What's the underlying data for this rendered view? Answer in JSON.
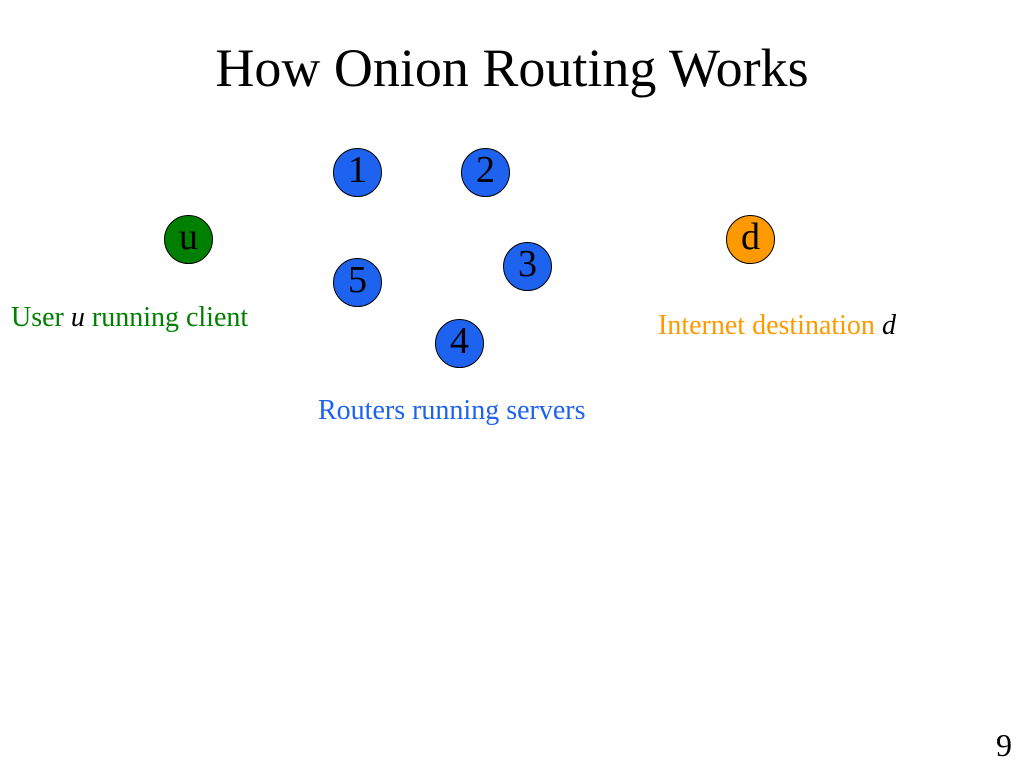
{
  "slide": {
    "title": "How Onion Routing Works",
    "page_number": "9"
  },
  "nodes": {
    "user": {
      "label": "u",
      "color": "#008000"
    },
    "destination": {
      "label": "d",
      "color": "#FF9900"
    },
    "routers": [
      {
        "label": "1",
        "color": "#1E63F0"
      },
      {
        "label": "2",
        "color": "#1E63F0"
      },
      {
        "label": "3",
        "color": "#1E63F0"
      },
      {
        "label": "4",
        "color": "#1E63F0"
      },
      {
        "label": "5",
        "color": "#1E63F0"
      }
    ]
  },
  "captions": {
    "user": {
      "prefix": "User ",
      "variable": "u",
      "suffix": " running client",
      "color": "#008000"
    },
    "routers": {
      "text": "Routers running servers",
      "color": "#1E63F0"
    },
    "destination": {
      "text": "Internet destination ",
      "variable": "d",
      "color": "#FF9900"
    }
  }
}
